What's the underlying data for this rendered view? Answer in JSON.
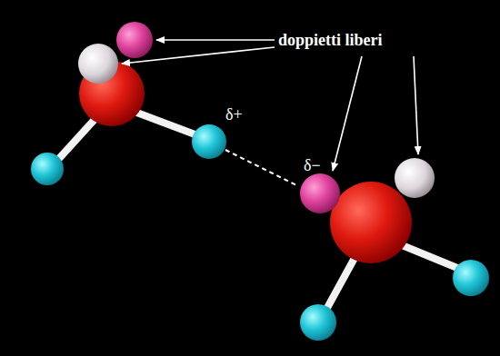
{
  "diagram": {
    "labels": [
      "doppietti liberi",
      "δ+",
      "δ−"
    ]
  }
}
